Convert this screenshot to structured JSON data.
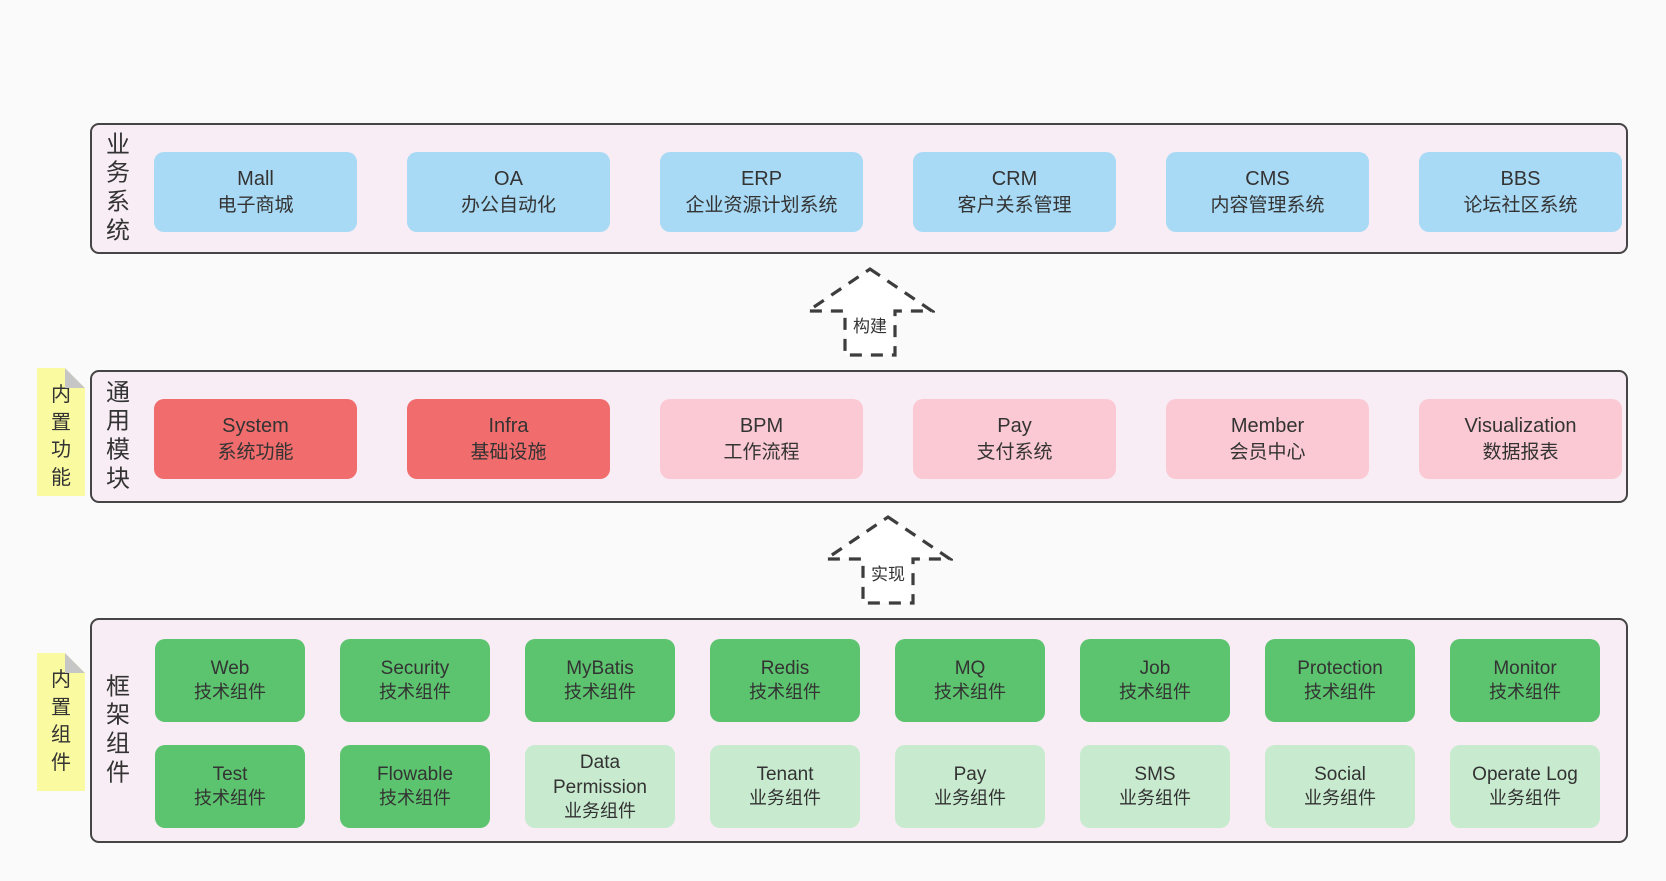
{
  "colors": {
    "page_bg": "#fafafa",
    "panel_bg": "#f8edf5",
    "panel_border": "#454545",
    "blue_box": "#a9daf5",
    "red_box": "#f16c6c",
    "pink_box": "#fbc9d3",
    "green_box": "#5cc46e",
    "green_light_box": "#c8ebcf",
    "sticky_note": "#fafaa0",
    "note_fold": "#c6c6c6",
    "text": "#333333",
    "arrow_stroke": "#3d3d3d"
  },
  "arrows": [
    {
      "label": "构建"
    },
    {
      "label": "实现"
    }
  ],
  "sections": [
    {
      "label": "业务系统",
      "boxes": [
        {
          "name": "Mall",
          "desc": "电子商城"
        },
        {
          "name": "OA",
          "desc": "办公自动化"
        },
        {
          "name": "ERP",
          "desc": "企业资源计划系统"
        },
        {
          "name": "CRM",
          "desc": "客户关系管理"
        },
        {
          "name": "CMS",
          "desc": "内容管理系统"
        },
        {
          "name": "BBS",
          "desc": "论坛社区系统"
        }
      ]
    },
    {
      "label": "通用模块",
      "note": "内置功能",
      "boxes": [
        {
          "name": "System",
          "desc": "系统功能"
        },
        {
          "name": "Infra",
          "desc": "基础设施"
        },
        {
          "name": "BPM",
          "desc": "工作流程"
        },
        {
          "name": "Pay",
          "desc": "支付系统"
        },
        {
          "name": "Member",
          "desc": "会员中心"
        },
        {
          "name": "Visualization",
          "desc": "数据报表"
        }
      ]
    },
    {
      "label": "框架组件",
      "note": "内置组件",
      "rows": [
        [
          {
            "name": "Web",
            "desc": "技术组件"
          },
          {
            "name": "Security",
            "desc": "技术组件"
          },
          {
            "name": "MyBatis",
            "desc": "技术组件"
          },
          {
            "name": "Redis",
            "desc": "技术组件"
          },
          {
            "name": "MQ",
            "desc": "技术组件"
          },
          {
            "name": "Job",
            "desc": "技术组件"
          },
          {
            "name": "Protection",
            "desc": "技术组件"
          },
          {
            "name": "Monitor",
            "desc": "技术组件"
          }
        ],
        [
          {
            "name": "Test",
            "desc": "技术组件"
          },
          {
            "name": "Flowable",
            "desc": "技术组件"
          },
          {
            "name": "Data Permission",
            "desc": "业务组件"
          },
          {
            "name": "Tenant",
            "desc": "业务组件"
          },
          {
            "name": "Pay",
            "desc": "业务组件"
          },
          {
            "name": "SMS",
            "desc": "业务组件"
          },
          {
            "name": "Social",
            "desc": "业务组件"
          },
          {
            "name": "Operate Log",
            "desc": "业务组件"
          }
        ]
      ]
    }
  ]
}
